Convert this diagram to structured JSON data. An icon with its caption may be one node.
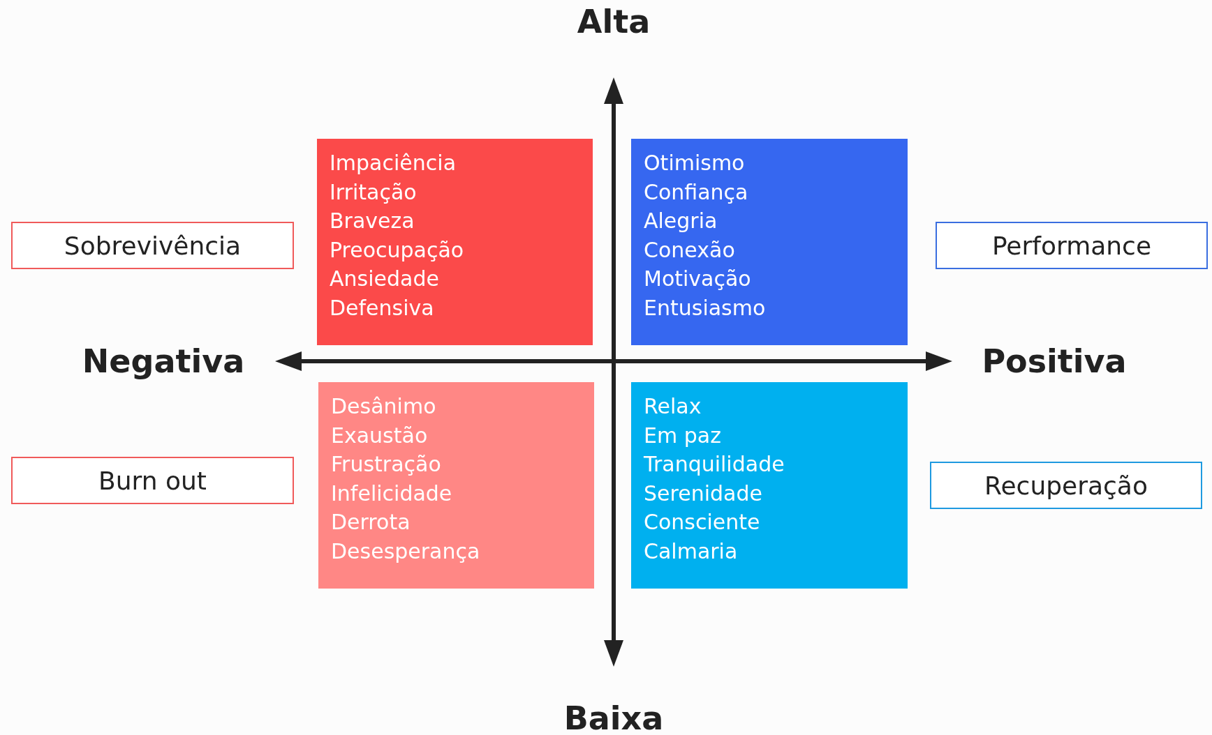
{
  "diagram": {
    "nodes": [
      {
        "text": [
          "Impaciência",
          "Irritação",
          "Braveza",
          "Preocupação",
          "Ansiedade",
          "Defensiva"
        ]
      },
      {
        "text": [
          "Otimismo",
          "Confiança",
          "Alegria",
          "Conexão",
          "Motivação",
          "Entusiasmo"
        ]
      },
      {
        "text": [
          "Sobrevivência"
        ]
      },
      {
        "text": [
          "Performance"
        ]
      },
      {
        "text": [
          "Desânimo",
          "Exaustão",
          "Frustração",
          "Infelicidade",
          "Derrota",
          "Desesperança"
        ]
      },
      {
        "text": [
          "Relax",
          "Em paz",
          "Tranquilidade",
          "Serenidade",
          "Consciente",
          "Calmaria"
        ]
      },
      {
        "text": [
          "Burn out"
        ]
      },
      {
        "text": [
          "Recuperação"
        ]
      }
    ],
    "labels": [
      "Alta",
      "Negativa",
      "Positiva",
      "Baixa"
    ]
  }
}
